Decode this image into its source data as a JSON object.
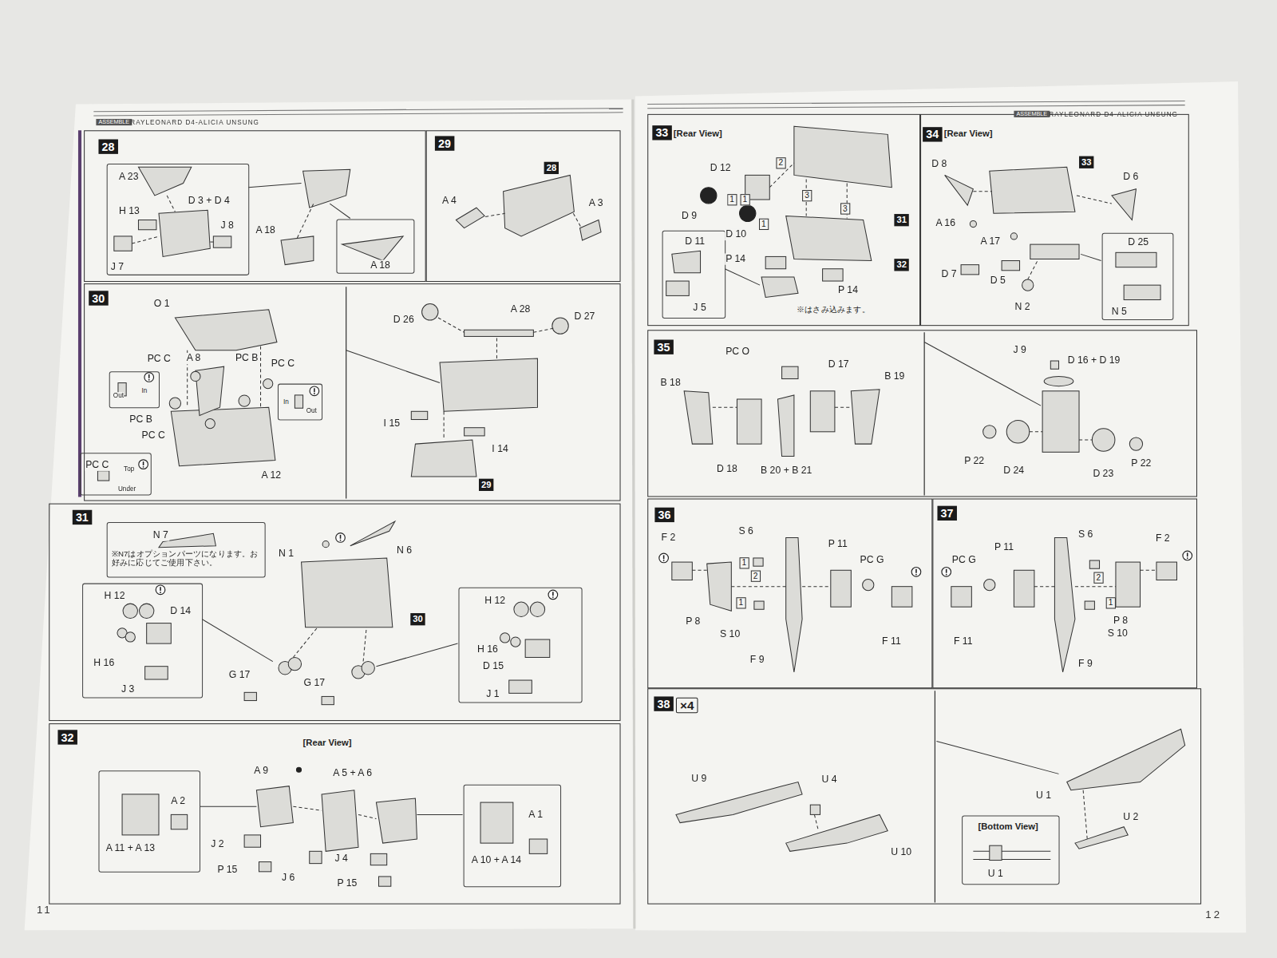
{
  "diagram": {
    "nodes": [
      {
        "text": [
          "28"
        ]
      },
      {
        "text": [
          "A 23",
          "H 13",
          "D 3 + D 4",
          "J 8",
          "J 7"
        ],
        "in": 0
      },
      {
        "text": [
          "A 18"
        ],
        "in": 0
      },
      {
        "text": [
          "29"
        ]
      },
      {
        "text": [
          "30"
        ]
      },
      {
        "text": [
          "Out",
          "In"
        ],
        "in": 4
      },
      {
        "text": [
          "In",
          "Out"
        ],
        "in": 4
      },
      {
        "text": [
          "PC C",
          "Top",
          "Under"
        ],
        "in": 4
      },
      {
        "text": [
          "31"
        ]
      },
      {
        "text": [
          "N 7",
          "※N7はオプションパーツになります。お好みに応じてご使用下さい。"
        ],
        "in": 8
      },
      {
        "text": [
          "H 12",
          "D 14",
          "H 16",
          "J 3"
        ],
        "in": 8
      },
      {
        "text": [
          "H 12",
          "H 16",
          "D 15",
          "J 1"
        ],
        "in": 8
      },
      {
        "text": [
          "32"
        ]
      },
      {
        "text": [
          "A 2",
          "A 11 + A 13"
        ],
        "in": 12
      },
      {
        "text": [
          "A 1",
          "A 10 + A 14"
        ],
        "in": 12
      },
      {
        "text": [
          "33"
        ]
      },
      {
        "text": [
          "D 11",
          "J 5"
        ],
        "in": 15
      },
      {
        "text": [
          "34"
        ]
      },
      {
        "text": [
          "D 25",
          "N 5"
        ],
        "in": 17
      },
      {
        "text": [
          "35"
        ]
      },
      {
        "text": [
          "36"
        ]
      },
      {
        "text": [
          "37"
        ]
      },
      {
        "text": [
          "38"
        ]
      },
      {
        "text": [
          "[Bottom View]",
          "U 1"
        ],
        "in": 22
      }
    ],
    "labels": [
      "ASSEMBLE",
      "RAYLEONARD D4-ALICIA UNSUNG",
      "ASSEMBLE",
      "RAYLEONARD D4-ALICIA UNSUNG",
      "A 18",
      "A 4",
      "28",
      "A 3",
      "O 1",
      "PC C",
      "A 8",
      "PC B",
      "PC C",
      "PC B",
      "PC C",
      "A 12",
      "D 26",
      "A 28",
      "D 27",
      "I 15",
      "I 14",
      "29",
      "N 1",
      "N 6",
      "30",
      "G 17",
      "G 17",
      "[Rear View]",
      "A 9",
      "A 5 + A 6",
      "J 2",
      "P 15",
      "J 6",
      "J 4",
      "P 15",
      "[Rear View]",
      "D 12",
      "D 9",
      "D 10",
      "P 14",
      "P 14",
      "31",
      "32",
      "※はさみ込みます。",
      "2",
      "1",
      "1",
      "3",
      "3",
      "1",
      "[Rear View]",
      "D 8",
      "33",
      "D 6",
      "A 16",
      "A 17",
      "D 7",
      "D 5",
      "N 2",
      "PC O",
      "B 18",
      "D 17",
      "B 19",
      "D 18",
      "B 20 + B 21",
      "J 9",
      "D 16 + D 19",
      "P 22",
      "D 24",
      "D 23",
      "P 22",
      "F 2",
      "S 6",
      "1",
      "2",
      "1",
      "P 8",
      "S 10",
      "P 11",
      "PC G",
      "F 9",
      "F 11",
      "P 11",
      "S 6",
      "F 2",
      "PC G",
      "2",
      "1",
      "P 8",
      "S 10",
      "F 11",
      "F 9",
      "×4",
      "U 9",
      "U 4",
      "U 10",
      "U 1",
      "U 2",
      "11",
      "12"
    ]
  }
}
